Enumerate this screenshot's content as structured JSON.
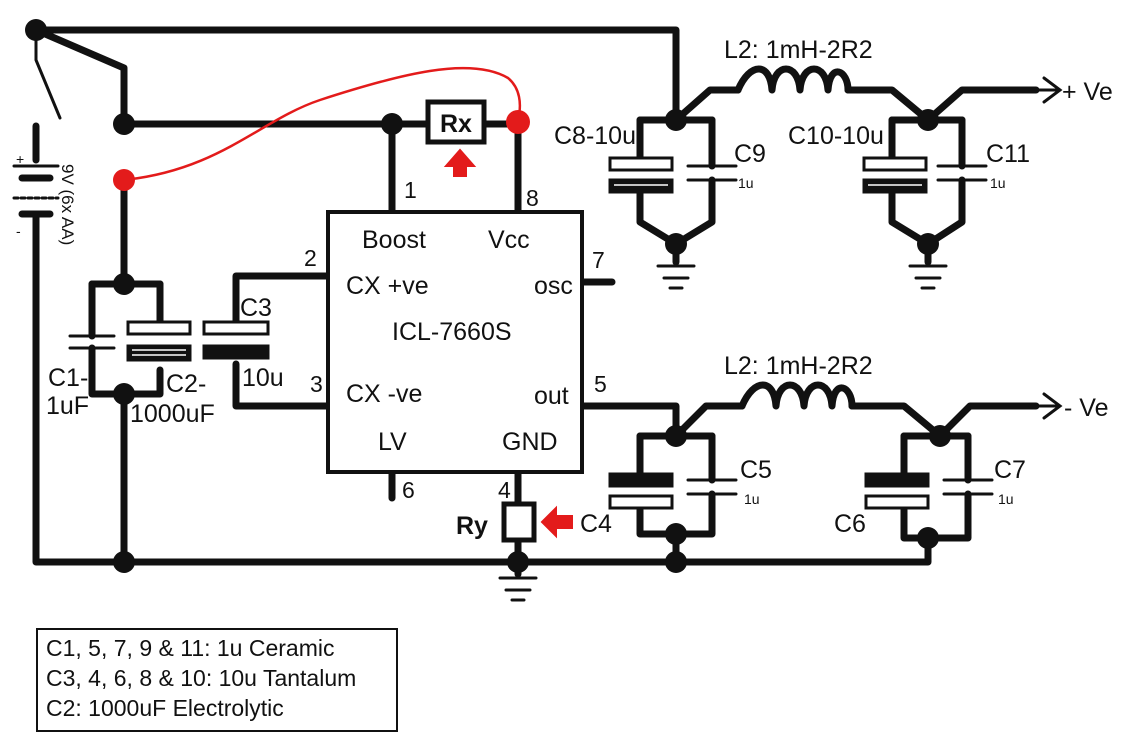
{
  "chip": {
    "name": "ICL-7660S",
    "pins": {
      "boost": "Boost",
      "vcc": "Vcc",
      "cx_pos": "CX +ve",
      "osc": "osc",
      "cx_neg": "CX -ve",
      "out": "out",
      "lv": "LV",
      "gnd": "GND"
    },
    "pin_numbers": {
      "p1": "1",
      "p2": "2",
      "p3": "3",
      "p4": "4",
      "p5": "5",
      "p6": "6",
      "p7": "7",
      "p8": "8"
    }
  },
  "battery": {
    "label": "9V (6x AA)",
    "plus": "+",
    "minus": "-"
  },
  "components": {
    "rx": "Rx",
    "ry": "Ry",
    "c1_top": "C1-",
    "c1_bot": "1uF",
    "c2_top": "C2-",
    "c2_bot": "1000uF",
    "c3_top": "C3",
    "c3_bot": "10u",
    "c4": "C4",
    "c5": "C5",
    "c5_val": "1u",
    "c6": "C6",
    "c7": "C7",
    "c7_val": "1u",
    "c8": "C8-10u",
    "c9": "C9",
    "c9_val": "1u",
    "c10": "C10-10u",
    "c11": "C11",
    "c11_val": "1u",
    "l_top": "L2: 1mH-2R2",
    "l_bot": "L2: 1mH-2R2"
  },
  "outputs": {
    "pos": "+ Ve",
    "neg": "- Ve"
  },
  "legend": [
    "C1, 5, 7, 9 & 11: 1u Ceramic",
    "C3, 4, 6, 8 & 10: 10u Tantalum",
    "C2: 1000uF Electrolytic"
  ],
  "colors": {
    "wire": "#111111",
    "highlight": "#e31b1b",
    "background": "#ffffff"
  }
}
